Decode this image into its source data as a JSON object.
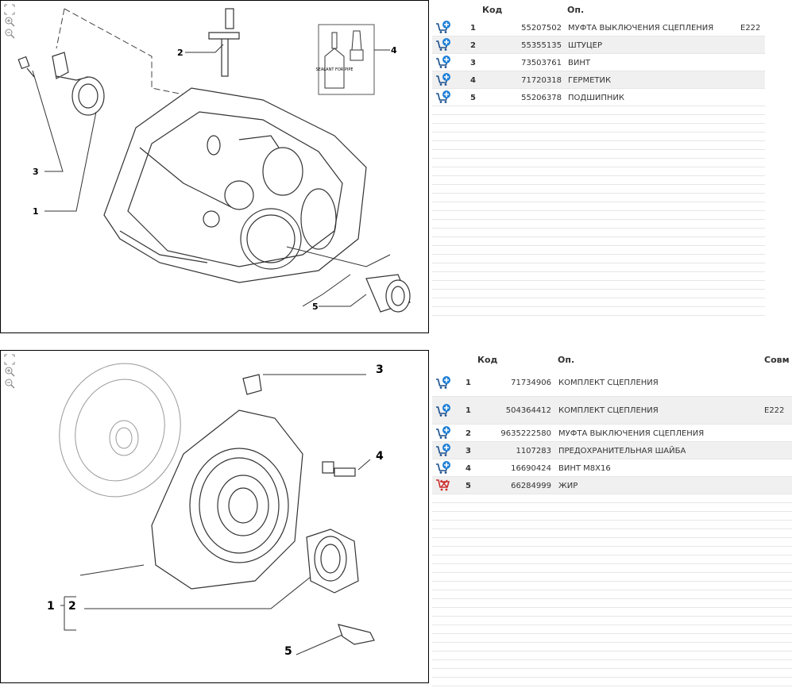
{
  "panel_top": {
    "callouts": [
      "1",
      "2",
      "3",
      "4",
      "5"
    ],
    "sealant_label": "SEALANT FOR PIPE",
    "table": {
      "header": {
        "code": "Код",
        "desc": "Оп."
      },
      "rows": [
        {
          "pos": "1",
          "code": "55207502",
          "desc": "МУФТА ВЫКЛЮЧЕНИЯ СЦЕПЛЕНИЯ",
          "note": "E222"
        },
        {
          "pos": "2",
          "code": "55355135",
          "desc": "ШТУЦЕР",
          "note": ""
        },
        {
          "pos": "3",
          "code": "73503761",
          "desc": "ВИНТ",
          "note": ""
        },
        {
          "pos": "4",
          "code": "71720318",
          "desc": "ГЕРМЕТИК",
          "note": ""
        },
        {
          "pos": "5",
          "code": "55206378",
          "desc": "ПОДШИПНИК",
          "note": ""
        }
      ]
    }
  },
  "panel_bottom": {
    "callouts": [
      "1",
      "2",
      "3",
      "4",
      "5"
    ],
    "table": {
      "header": {
        "code": "Код",
        "desc": "Оп.",
        "compat": "Совм"
      },
      "rows": [
        {
          "pos": "1",
          "code": "71734906",
          "desc": "КОМПЛЕКТ СЦЕПЛЕНИЯ",
          "note": "",
          "cart": "add"
        },
        {
          "pos": "1",
          "code": "504364412",
          "desc": "КОМПЛЕКТ СЦЕПЛЕНИЯ",
          "note": "E222",
          "cart": "add"
        },
        {
          "pos": "2",
          "code": "9635222580",
          "desc": "МУФТА ВЫКЛЮЧЕНИЯ СЦЕПЛЕНИЯ",
          "note": "",
          "cart": "add"
        },
        {
          "pos": "3",
          "code": "1107283",
          "desc": "ПРЕДОХРАНИТЕЛЬНАЯ ШАЙБА",
          "note": "",
          "cart": "add"
        },
        {
          "pos": "4",
          "code": "16690424",
          "desc": "ВИНТ M8X16",
          "note": "",
          "cart": "add"
        },
        {
          "pos": "5",
          "code": "66284999",
          "desc": "ЖИР",
          "note": "",
          "cart": "unavailable"
        }
      ]
    }
  },
  "colors": {
    "cart_add": "#1a4f8c",
    "cart_plus": "#1e7fd6",
    "cart_unavailable": "#cc2a2a",
    "row_shade": "#f0f0f0",
    "grid_line": "#e6e6e6"
  },
  "icons": [
    "fit-page-icon",
    "zoom-in-icon",
    "zoom-out-icon",
    "cart-add-icon",
    "cart-unavailable-icon"
  ]
}
